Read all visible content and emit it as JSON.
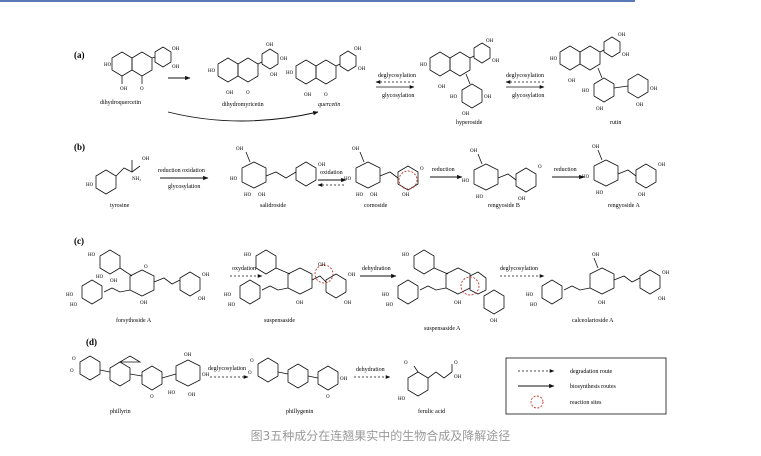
{
  "caption": "图3五种成分在连翘果实中的生物合成及降解途径",
  "panels": {
    "a": {
      "label": "(a)",
      "compounds": [
        "dihydroquercetin",
        "dihydromyricetin",
        "quercetin",
        "hyperoside",
        "rutin"
      ],
      "arrows": [
        {
          "top": "deglycosylation",
          "bottom": "glycosylation"
        },
        {
          "top": "deglycosylation",
          "bottom": "glycosylation"
        }
      ]
    },
    "b": {
      "label": "(b)",
      "compounds": [
        "tyrosine",
        "salidroside",
        "cornoside",
        "rengyoside B",
        "rengyoside A"
      ],
      "arrows": [
        {
          "top": "reduction   oxidation",
          "bottom": "glycosylation"
        },
        {
          "top": "oxidation",
          "bottom": ""
        },
        {
          "top": "reduction",
          "bottom": ""
        },
        {
          "top": "reduction",
          "bottom": ""
        }
      ]
    },
    "c": {
      "label": "(c)",
      "compounds": [
        "forsythoside A",
        "suspensaside",
        "suspensaside A",
        "calceolarioside A"
      ],
      "arrows": [
        {
          "top": "oxydation",
          "bottom": ""
        },
        {
          "top": "dehydration",
          "bottom": ""
        },
        {
          "top": "deglycosylation",
          "bottom": ""
        }
      ]
    },
    "d": {
      "label": "(d)",
      "compounds": [
        "phillyrin",
        "phillygenin",
        "ferulic acid"
      ],
      "arrows": [
        {
          "top": "deglycosylation",
          "bottom": ""
        },
        {
          "top": "dehydration",
          "bottom": ""
        }
      ]
    }
  },
  "legend": {
    "items": [
      {
        "style": "dashed",
        "label": "degradation route"
      },
      {
        "style": "solid",
        "label": "biosynthesis routes"
      },
      {
        "style": "circle",
        "label": "reaction sites"
      }
    ]
  },
  "colors": {
    "accent_line": "#5a79b7",
    "reaction_site": "#c0392b",
    "caption": "#9a9a9a"
  }
}
